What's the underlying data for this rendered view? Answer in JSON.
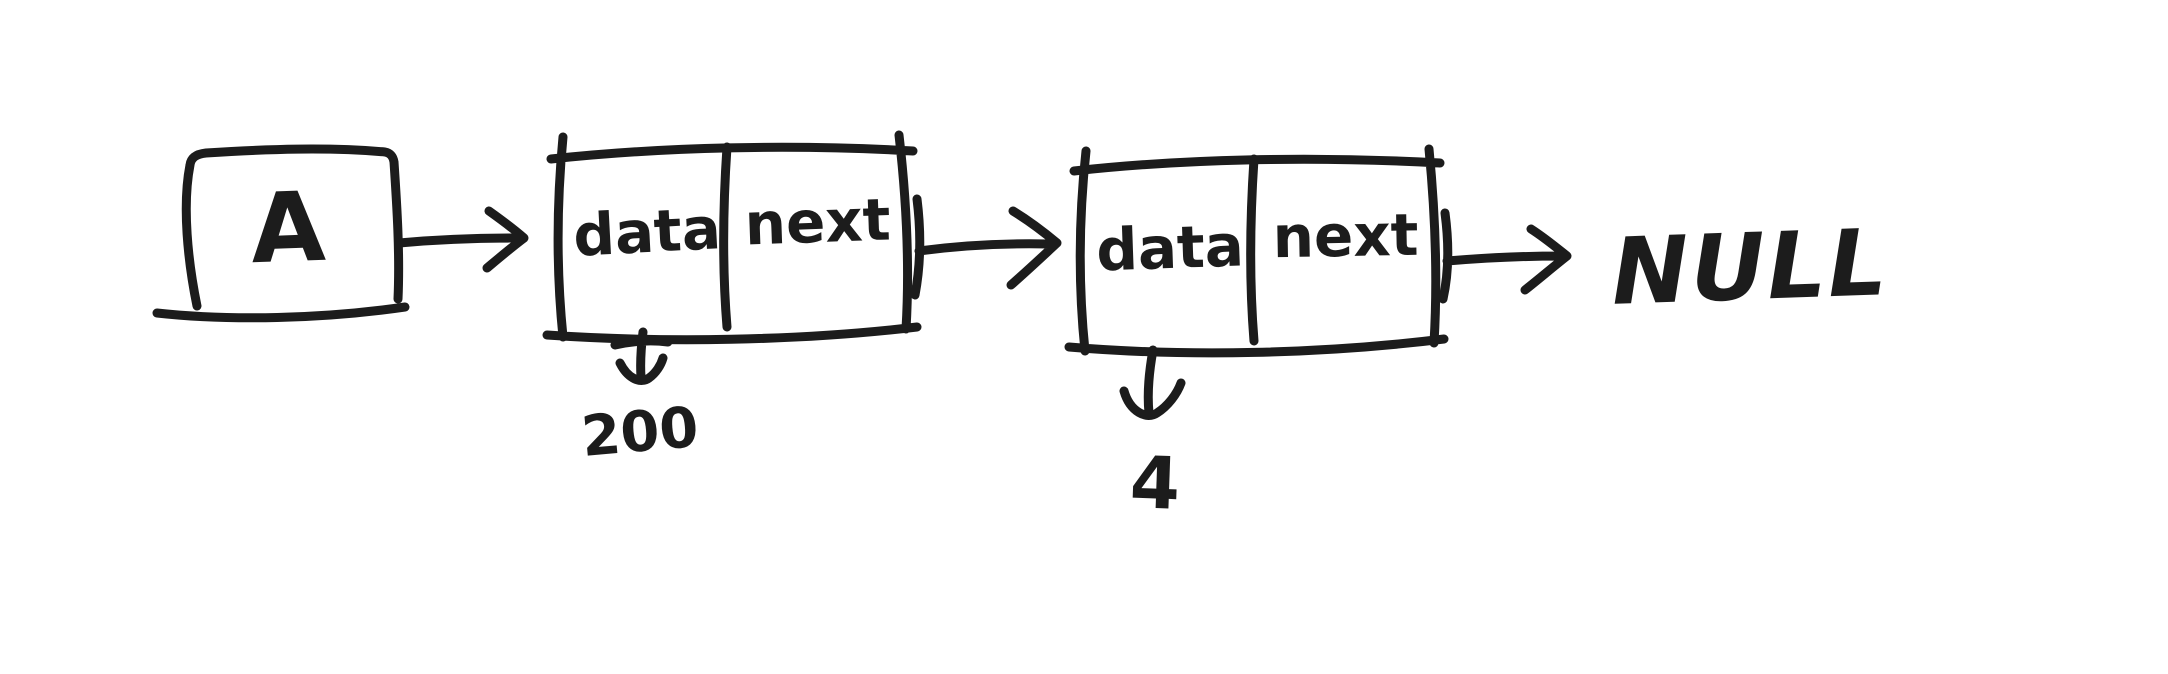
{
  "colors": {
    "ink": "#1c1c1c",
    "background": "#ffffff"
  },
  "diagram": {
    "head": {
      "label": "A"
    },
    "nodes": [
      {
        "data_label": "data",
        "next_label": "next",
        "data_value": "200"
      },
      {
        "data_label": "data",
        "next_label": "next",
        "data_value": "4"
      }
    ],
    "terminator_label": "NULL"
  }
}
